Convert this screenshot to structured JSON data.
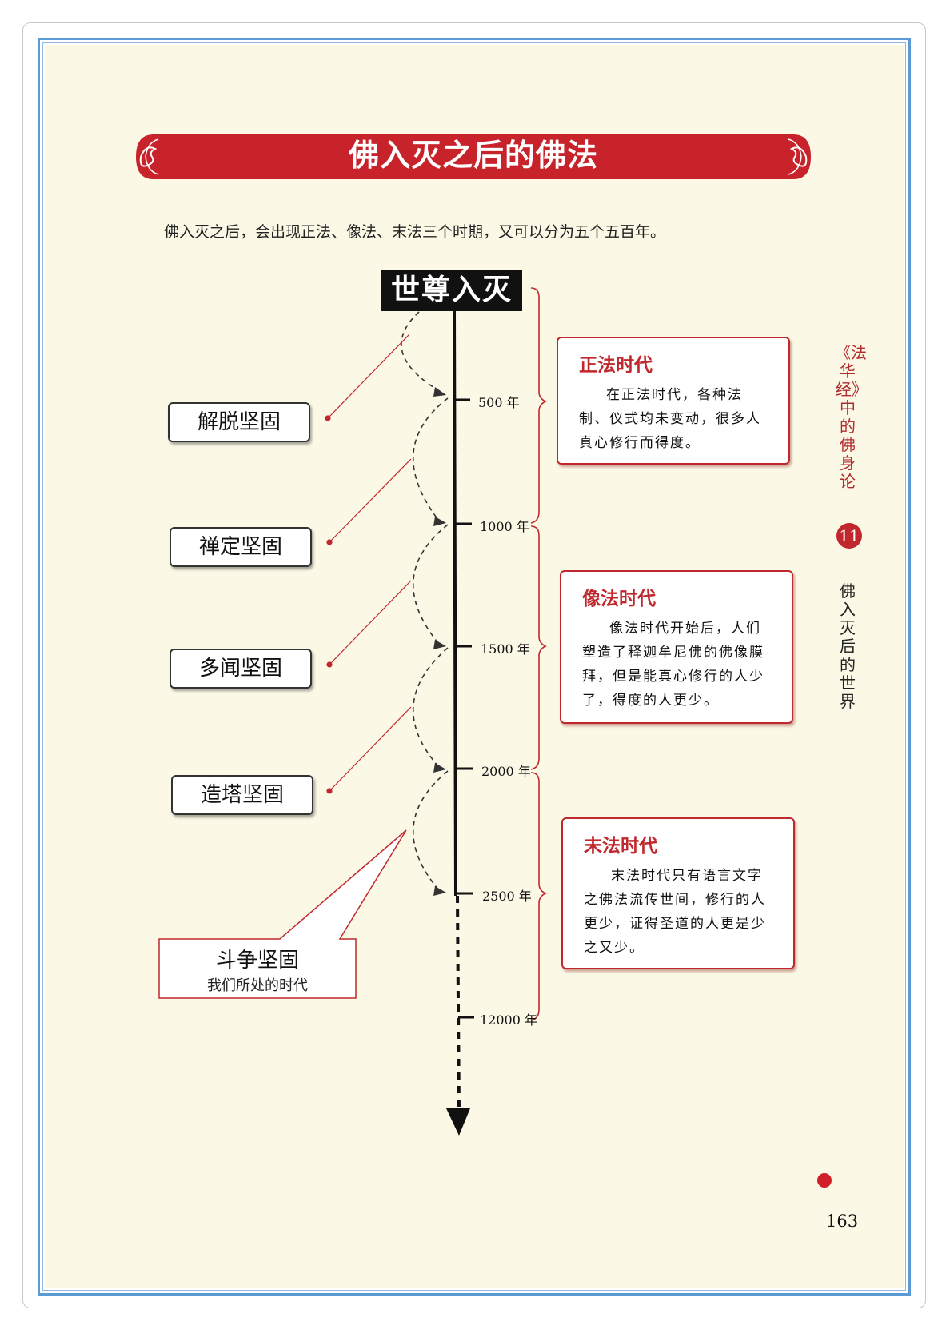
{
  "banner": {
    "title": "佛入灭之后的佛法"
  },
  "intro": "佛入灭之后，会出现正法、像法、末法三个时期，又可以分为五个五百年。",
  "timeline": {
    "start_label": "世尊入灭",
    "ticks": [
      "500 年",
      "1000 年",
      "1500 年",
      "2000 年",
      "2500 年",
      "12000 年"
    ]
  },
  "stages": [
    {
      "label": "解脱坚固"
    },
    {
      "label": "禅定坚固"
    },
    {
      "label": "多闻坚固"
    },
    {
      "label": "造塔坚固"
    }
  ],
  "current": {
    "title": "斗争坚固",
    "subtitle": "我们所处的时代"
  },
  "eras": [
    {
      "title": "正法时代",
      "text": "在正法时代，各种法制、仪式均未变动，很多人真心修行而得度。"
    },
    {
      "title": "像法时代",
      "text": "像法时代开始后，人们塑造了释迦牟尼佛的佛像膜拜，但是能真心修行的人少了，得度的人更少。"
    },
    {
      "title": "末法时代",
      "text": "末法时代只有语言文字之佛法流传世间，修行的人更少，证得圣道的人更是少之又少。"
    }
  ],
  "sidebar": {
    "book_title": "《法华经》中的佛身论",
    "chapter_number": "11",
    "chapter_title": "佛入灭后的世界"
  },
  "page_number": "163",
  "colors": {
    "accent_red": "#c0282d",
    "page_bg": "#fbf9e6",
    "frame_blue": "#5b9bd5"
  }
}
